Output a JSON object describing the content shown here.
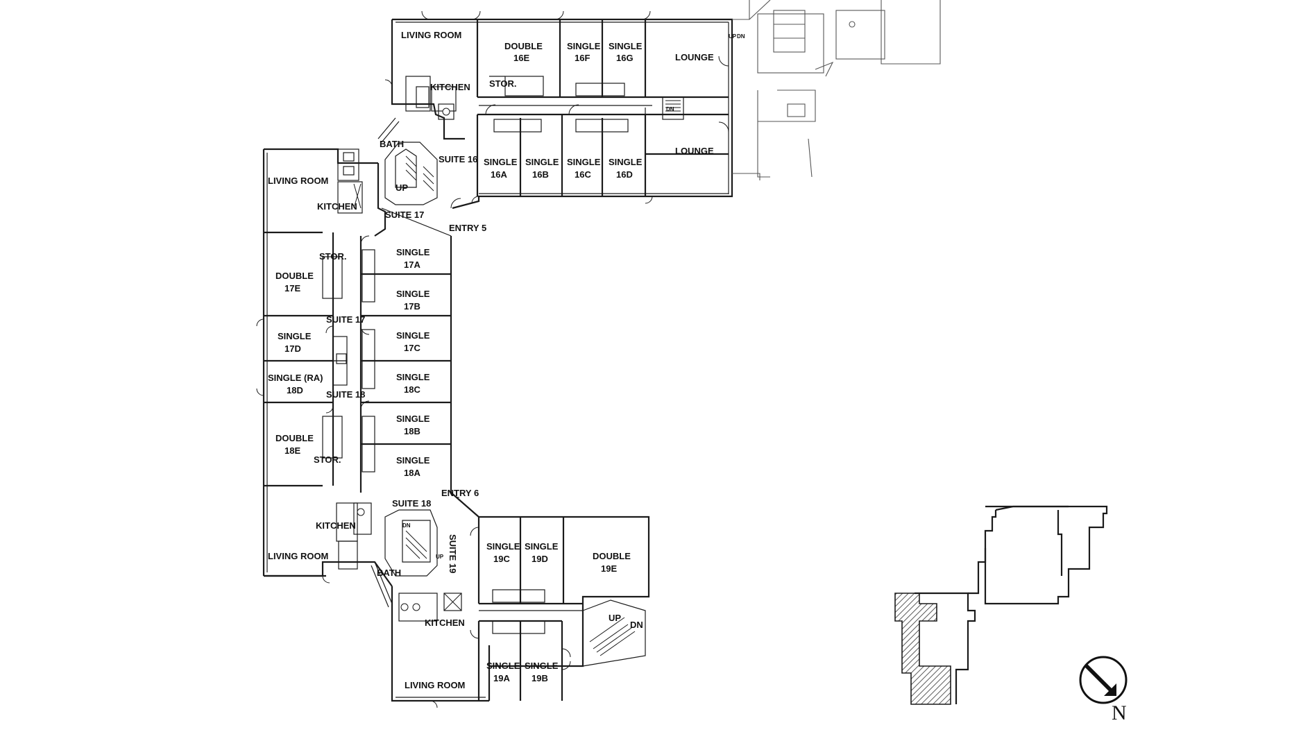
{
  "floor_plan": {
    "rooms": {
      "living_16": "LIVING ROOM",
      "kitchen_16": "KITCHEN",
      "stor_16": "STOR.",
      "bath_16": "BATH",
      "double_16e": [
        "DOUBLE",
        "16E"
      ],
      "single_16f": [
        "SINGLE",
        "16F"
      ],
      "single_16g": [
        "SINGLE",
        "16G"
      ],
      "lounge_1": "LOUNGE",
      "lounge_2": "LOUNGE",
      "single_16a": [
        "SINGLE",
        "16A"
      ],
      "single_16b": [
        "SINGLE",
        "16B"
      ],
      "single_16c": [
        "SINGLE",
        "16C"
      ],
      "single_16d": [
        "SINGLE",
        "16D"
      ],
      "living_17": "LIVING ROOM",
      "kitchen_17": "KITCHEN",
      "stor_17": "STOR.",
      "double_17e": [
        "DOUBLE",
        "17E"
      ],
      "single_17a": [
        "SINGLE",
        "17A"
      ],
      "single_17b": [
        "SINGLE",
        "17B"
      ],
      "single_17c": [
        "SINGLE",
        "17C"
      ],
      "single_17d": [
        "SINGLE",
        "17D"
      ],
      "single_18d": [
        "SINGLE (RA)",
        "18D"
      ],
      "single_18c": [
        "SINGLE",
        "18C"
      ],
      "single_18b": [
        "SINGLE",
        "18B"
      ],
      "single_18a": [
        "SINGLE",
        "18A"
      ],
      "double_18e": [
        "DOUBLE",
        "18E"
      ],
      "stor_18": "STOR.",
      "kitchen_18": "KITCHEN",
      "living_18": "LIVING ROOM",
      "bath_19": "BATH",
      "single_19c": [
        "SINGLE",
        "19C"
      ],
      "single_19d": [
        "SINGLE",
        "19D"
      ],
      "double_19e": [
        "DOUBLE",
        "19E"
      ],
      "kitchen_19": "KITCHEN",
      "living_19": "LIVING ROOM",
      "single_19a": [
        "SINGLE",
        "19A"
      ],
      "single_19b": [
        "SINGLE",
        "19B"
      ]
    },
    "suites": {
      "suite_16": "SUITE 16",
      "suite_17_top": "SUITE 17",
      "suite_17_mid": "SUITE 17",
      "suite_18_mid": "SUITE 18",
      "suite_18_bottom": "SUITE 18",
      "suite_19": "SUITE 19"
    },
    "entries": {
      "entry_5": "ENTRY 5",
      "entry_6": "ENTRY 6"
    },
    "stairs": {
      "up_1": "UP",
      "up_2": "UP",
      "dn_2": "DN",
      "up_3": "UP",
      "dn_3": "DN",
      "up_4": "UP",
      "dn_4": "DN",
      "dn_1": "DN"
    }
  },
  "key_plan": {
    "north_label": "N",
    "icons": [
      "north-arrow-icon",
      "hatch-highlight-icon"
    ]
  },
  "colors": {
    "ink": "#1a1a1a",
    "faint_ink": "#555555",
    "background": "#ffffff"
  }
}
